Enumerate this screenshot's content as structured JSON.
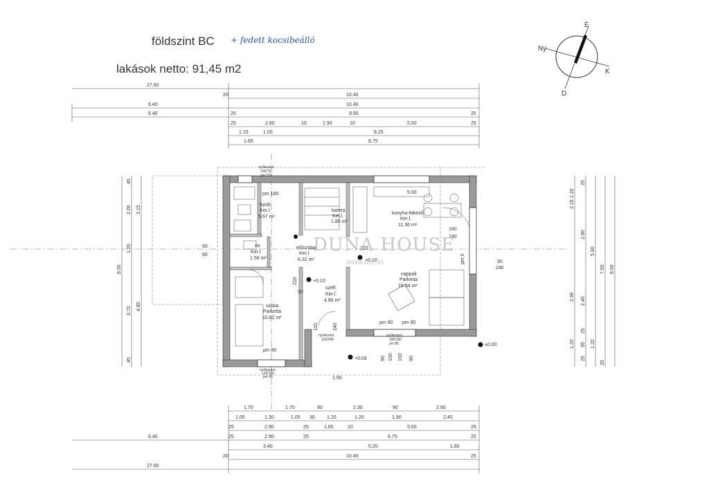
{
  "header": {
    "title": "földszint BC",
    "handnote": "+ fedett kocsibeálló",
    "area": "lakások netto: 91,45 m2"
  },
  "compass": {
    "n": "É",
    "w": "Ny",
    "e": "K",
    "s": "D"
  },
  "watermark": {
    "brand": "DUNA HOUSE",
    "url": "www.dh.hu"
  },
  "rooms": {
    "furdo": [
      "fürdő",
      "Ker.l.",
      "5.67 m²"
    ],
    "kamra": [
      "kamra",
      "Ker.l.",
      "1.80 m²"
    ],
    "konyha": [
      "konyha-étkező",
      "Ker.l.",
      "11.36 m²"
    ],
    "wc": [
      "wc",
      "Ker.l.",
      "1.56 m²"
    ],
    "eloszoba": [
      "előszoba",
      "Ker.l.",
      "6.32 m²"
    ],
    "nappali": [
      "nappali",
      "Parketta",
      "19.04 m²"
    ],
    "szelf": [
      "szélf.",
      "Ker.l.",
      "4.86 m²"
    ],
    "szoba": [
      "szoba",
      "Parketta",
      "10.82 m²"
    ]
  },
  "top_dims": {
    "r1": [
      "27.60"
    ],
    "r2": [
      "20",
      "10.40"
    ],
    "r3": [
      "6.40",
      "10.40"
    ],
    "r4": [
      "6.40",
      "25",
      "9.90",
      "25"
    ],
    "r5": [
      "25",
      "2.80",
      "10",
      "1.90",
      "10",
      "5.00",
      "25"
    ],
    "r6": [
      "1.15",
      "1.00",
      "8.25"
    ],
    "r7": [
      "1.65",
      "8.75"
    ]
  },
  "bottom_dims": {
    "r1": [
      "1.70",
      "1.70",
      "90",
      "2.30",
      "90",
      "2.90"
    ],
    "r2": [
      "1.05",
      "1.30",
      "1.05",
      "30",
      "1.20",
      "1.20",
      "1.90",
      "2.40"
    ],
    "r3": [
      "25",
      "2.90",
      "25",
      "1.65",
      "10",
      "5.00",
      "25"
    ],
    "r4": [
      "6.40",
      "25",
      "2.90",
      "25",
      "6.75",
      "25"
    ],
    "r5": [
      "3.40",
      "5.20",
      "1.80"
    ],
    "r6": [
      "20",
      "10.40",
      "25"
    ],
    "r7": [
      "27.60"
    ]
  },
  "left_dims": [
    "45",
    "2.00",
    "3.15",
    "1.20",
    "8.00",
    "3.70",
    "4.85",
    "45"
  ],
  "right_dims": [
    "1.20",
    "2.15",
    "25",
    "2.80",
    "5.90",
    "7.60",
    "8.00",
    "2.90",
    "2.40",
    "1.20",
    "95",
    "25",
    "1.20",
    "25",
    "20"
  ],
  "inner_labels": {
    "door_top": [
      "nyílászáró",
      "100/70",
      "pm 170"
    ],
    "door_bot": [
      "nyílászáró",
      "130/160",
      "pm 86"
    ],
    "door_mid": [
      "nyílászáró",
      "120/245"
    ],
    "door_liv": [
      "nyílászáró",
      "190/160",
      "pm 85"
    ],
    "pm180": "pm 180",
    "pm90a": "pm 90",
    "pm90b": "pm 90",
    "pm90c": "pm 90",
    "pm0": "pm 0",
    "h210": "210",
    "h240": "240",
    "h180": "180",
    "h90": "90",
    "h500": "5.00",
    "h60": "60",
    "h80": "80",
    "lvl1": "+0.10",
    "lvl2": "+0.10",
    "lvl3": "+0.08",
    "lvl4": "±0.00",
    "w190": "1.90",
    "v90": "90",
    "v150": "150",
    "v110": "110",
    "v240": "240",
    "v210": "210",
    "v50": "50",
    "v90b": "90",
    "v150b": "150"
  }
}
